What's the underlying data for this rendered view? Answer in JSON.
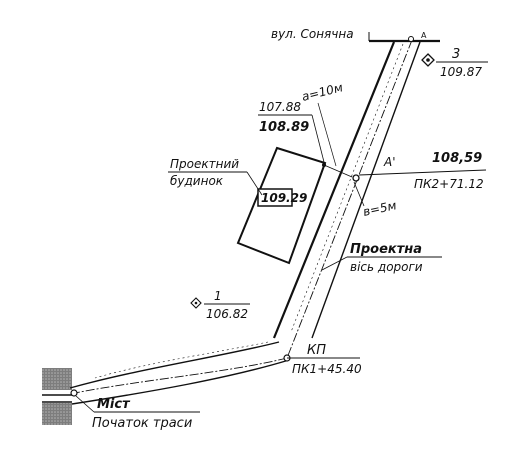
{
  "street": "вул. Сонячна",
  "marker_a": "A",
  "marker_a_prime": "A'",
  "point3": {
    "number": "3",
    "elevation": "109.87"
  },
  "point1": {
    "number": "1",
    "elevation": "106.82"
  },
  "setback_a": "a=10м",
  "setback_b": "в=5м",
  "corner_black": "107.88",
  "corner_red": "108.89",
  "building": {
    "line1": "Проектний",
    "line2": "будинок",
    "elevation": "109.29"
  },
  "axis_point": {
    "elevation": "108,59",
    "station": "ПК2+71.12"
  },
  "axis_label": {
    "line1": "Проектна",
    "line2": "вісь дороги"
  },
  "curve_point": {
    "label": "КП",
    "station": "ПК1+45.40"
  },
  "bridge": "Міст",
  "route_start": "Початок траси",
  "colors": {
    "ink": "#111111",
    "hatch": "#8a8a8a"
  }
}
